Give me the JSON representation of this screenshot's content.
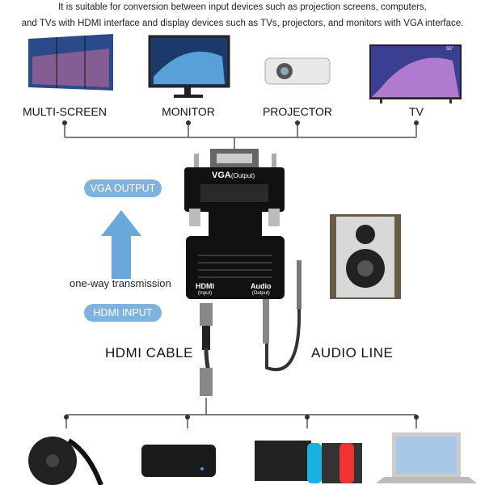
{
  "caption": [
    "It is suitable for conversion between input devices such as projection screens, computers,",
    "and TVs with HDMI interface and display devices such as TVs, projectors, and monitors with VGA interface."
  ],
  "outputs": [
    "MULTI-SCREEN",
    "MONITOR",
    "PROJECTOR",
    "TV"
  ],
  "adapter": {
    "top_label": "VGA",
    "top_sub": "(Output)",
    "hdmi_label": "HDMI",
    "hdmi_sub": "(Input)",
    "audio_label": "Audio",
    "audio_sub": "(Output)"
  },
  "vga_output": "VGA OUTPUT",
  "hdmi_input": "HDMI INPUT",
  "transmission": "one-way transmission",
  "hdmi_cable": "HDMI CABLE",
  "audio_line": "AUDIO LINE",
  "tv_badge": "55\""
}
